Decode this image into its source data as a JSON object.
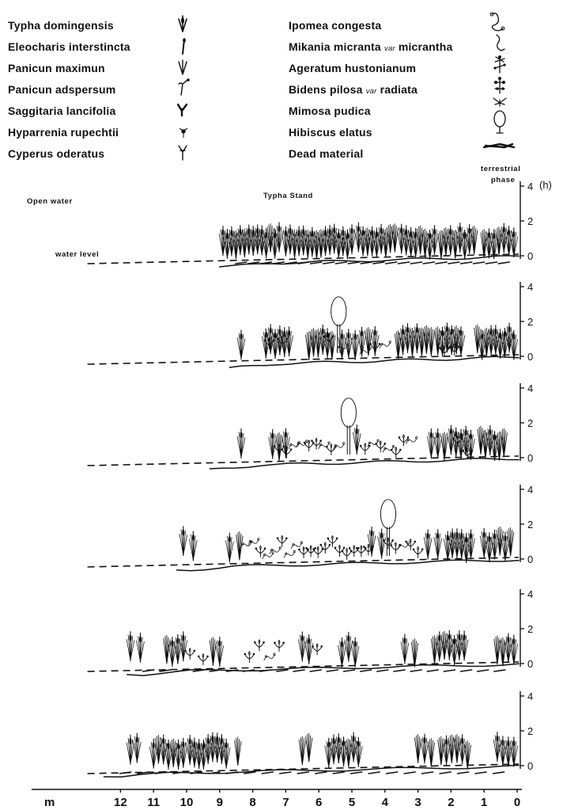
{
  "legend_left": [
    {
      "name": "Typha domingensis",
      "icon": "typha-icon"
    },
    {
      "name": "Eleocharis interstincta",
      "icon": "eleocharis-icon"
    },
    {
      "name": "Panicun maximun",
      "icon": "panicum-maximum-icon"
    },
    {
      "name": "Panicun adspersum",
      "icon": "panicum-adspersum-icon"
    },
    {
      "name": "Saggitaria lancifolia",
      "icon": "sagittaria-icon"
    },
    {
      "name": "Hyparrenia rupechtii",
      "icon": "hyparrhenia-icon"
    },
    {
      "name": "Cyperus oderatus",
      "icon": "cyperus-icon"
    }
  ],
  "legend_right": [
    {
      "name": "Ipomea congesta",
      "var": "",
      "icon": "ipomoea-icon"
    },
    {
      "name": "Mikania micranta",
      "var": "var",
      "name2": "micrantha",
      "icon": "mikania-icon"
    },
    {
      "name": "Ageratum hustonianum",
      "var": "",
      "icon": "ageratum-icon"
    },
    {
      "name": "Bidens pilosa",
      "var": "var",
      "name2": "radiata",
      "icon": "bidens-icon"
    },
    {
      "name": "Mimosa pudica",
      "var": "",
      "icon": "mimosa-icon"
    },
    {
      "name": "Hibiscus elatus",
      "var": "",
      "icon": "hibiscus-icon"
    },
    {
      "name": "Dead material",
      "var": "",
      "icon": "dead-material-icon"
    }
  ],
  "labels": {
    "open_water": "Open water",
    "typha_stand": "Typha Stand",
    "terrestrial_1": "terrestrial",
    "terrestrial_2": "phase",
    "water_level": "water level",
    "height_unit": "(h)",
    "distance_unit": "m"
  },
  "height_ticks": [
    "4",
    "2",
    "0"
  ],
  "distance_ticks": [
    "12",
    "11",
    "10",
    "9",
    "8",
    "7",
    "6",
    "5",
    "4",
    "3",
    "2",
    "1",
    "0"
  ],
  "panels": [
    {
      "start_m": 9.0,
      "water_start_m": 13.0
    },
    {
      "start_m": 8.7,
      "water_start_m": 13.0
    },
    {
      "start_m": 9.3,
      "water_start_m": 13.0
    },
    {
      "start_m": 10.3,
      "water_start_m": 13.0
    },
    {
      "start_m": 11.8,
      "water_start_m": 13.0
    },
    {
      "start_m": 12.5,
      "water_start_m": 13.0
    }
  ]
}
